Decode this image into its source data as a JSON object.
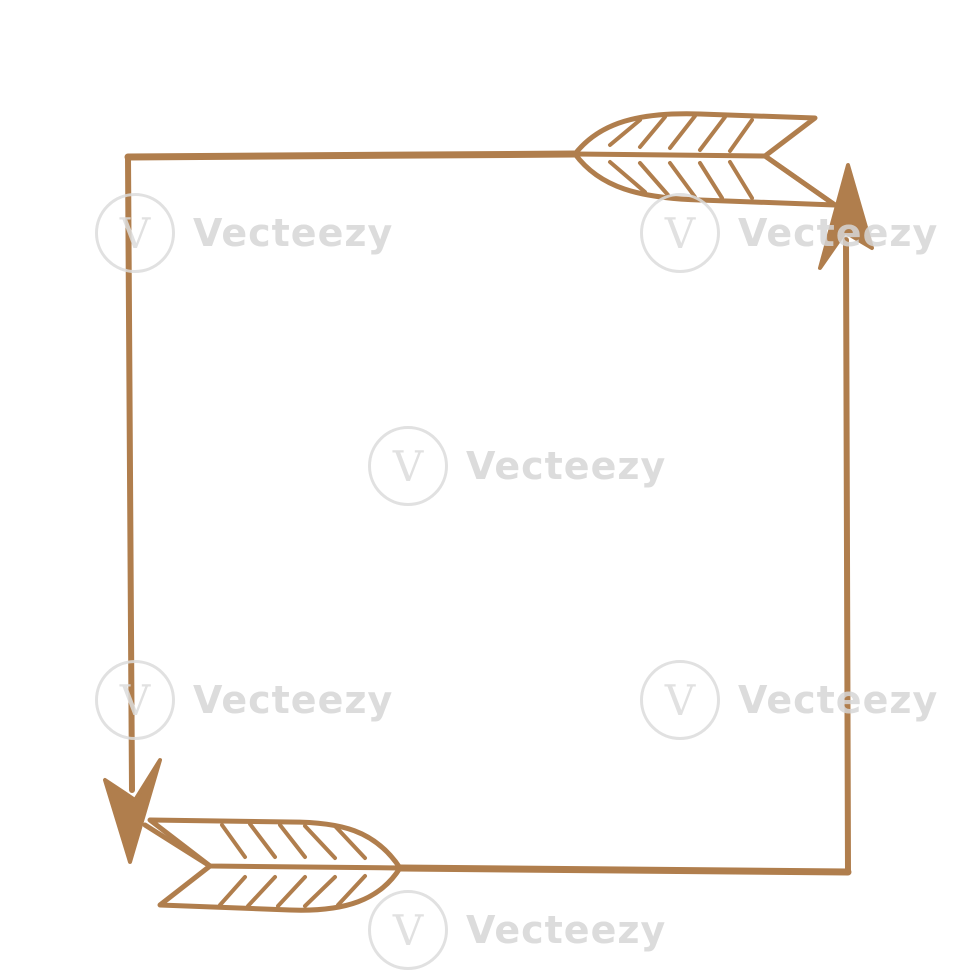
{
  "watermark": {
    "text": "Vecteezy",
    "logo_glyph": "V"
  },
  "colors": {
    "stroke": "#B07E4D",
    "background": "#FFFFFF",
    "watermark": "#D8D8D8"
  },
  "artwork": {
    "subject": "square-frame",
    "icons": [
      "arrow-top-right-icon",
      "arrow-bottom-left-icon"
    ]
  }
}
